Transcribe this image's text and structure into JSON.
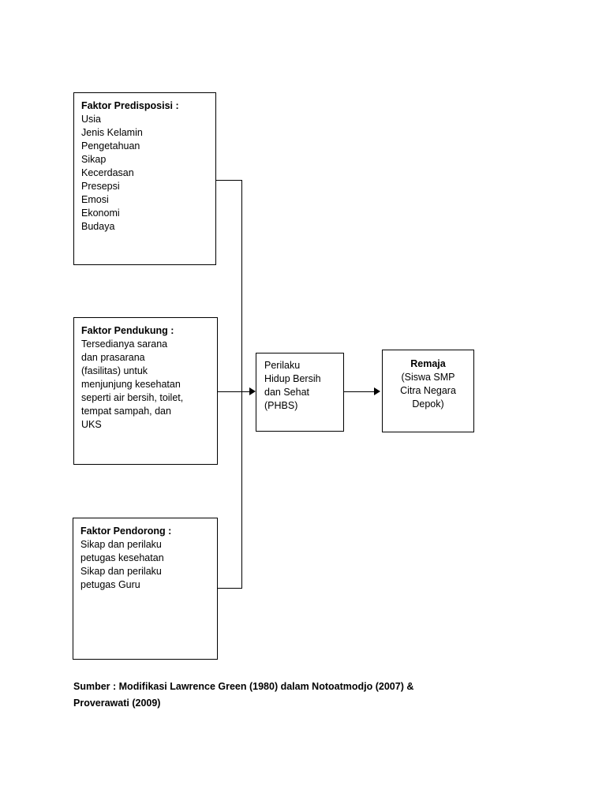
{
  "diagram": {
    "boxes": {
      "predisposisi": {
        "title": "Faktor Predisposisi :",
        "lines": [
          "Usia",
          "Jenis Kelamin",
          "Pengetahuan",
          "Sikap",
          "Kecerdasan",
          "Presepsi",
          "Emosi",
          "Ekonomi",
          "Budaya"
        ]
      },
      "pendukung": {
        "title": "Faktor Pendukung :",
        "lines": [
          "Tersedianya sarana",
          "dan prasarana",
          "(fasilitas) untuk",
          "menjunjung kesehatan",
          "seperti air bersih, toilet,",
          "tempat sampah, dan",
          "UKS"
        ]
      },
      "pendorong": {
        "title": "Faktor Pendorong :",
        "lines": [
          "Sikap dan perilaku",
          "petugas kesehatan",
          "Sikap dan perilaku",
          "petugas Guru"
        ]
      },
      "phbs": {
        "title": "",
        "lines": [
          "Perilaku",
          "Hidup Bersih",
          "dan Sehat",
          "(PHBS)"
        ]
      },
      "remaja": {
        "title": "Remaja",
        "lines": [
          "(Siswa SMP",
          "Citra Negara",
          "Depok)"
        ]
      }
    },
    "source": [
      "Sumber : Modifikasi Lawrence Green (1980) dalam Notoatmodjo (2007) &",
      "Proverawati (2009)"
    ]
  }
}
